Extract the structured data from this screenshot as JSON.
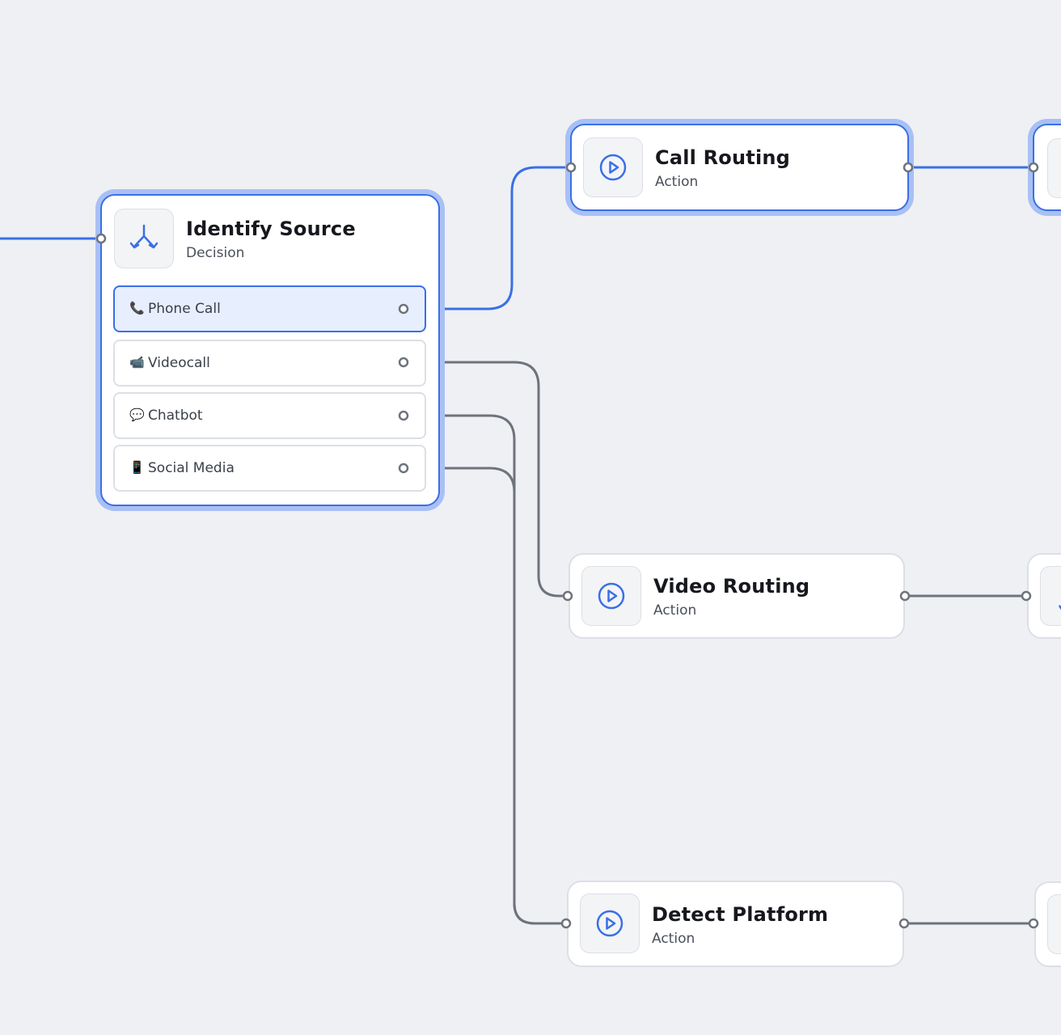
{
  "colors": {
    "background": "#eef0f4",
    "accent": "#3b6fe6",
    "selection_halo": "#a9c0f5",
    "connector": "#6e737c"
  },
  "nodes": {
    "identify_source": {
      "title": "Identify Source",
      "type": "Decision",
      "icon": "branch-split-icon",
      "options": [
        {
          "icon": "📞",
          "label": "Phone Call",
          "active": true
        },
        {
          "icon": "📹",
          "label": "Videocall",
          "active": false
        },
        {
          "icon": "💬",
          "label": "Chatbot",
          "active": false
        },
        {
          "icon": "📱",
          "label": "Social Media",
          "active": false
        }
      ]
    },
    "call_routing": {
      "title": "Call Routing",
      "type": "Action",
      "icon": "play-circle-icon"
    },
    "video_routing": {
      "title": "Video Routing",
      "type": "Action",
      "icon": "play-circle-icon"
    },
    "detect_platform": {
      "title": "Detect Platform",
      "type": "Action",
      "icon": "play-circle-icon"
    }
  }
}
